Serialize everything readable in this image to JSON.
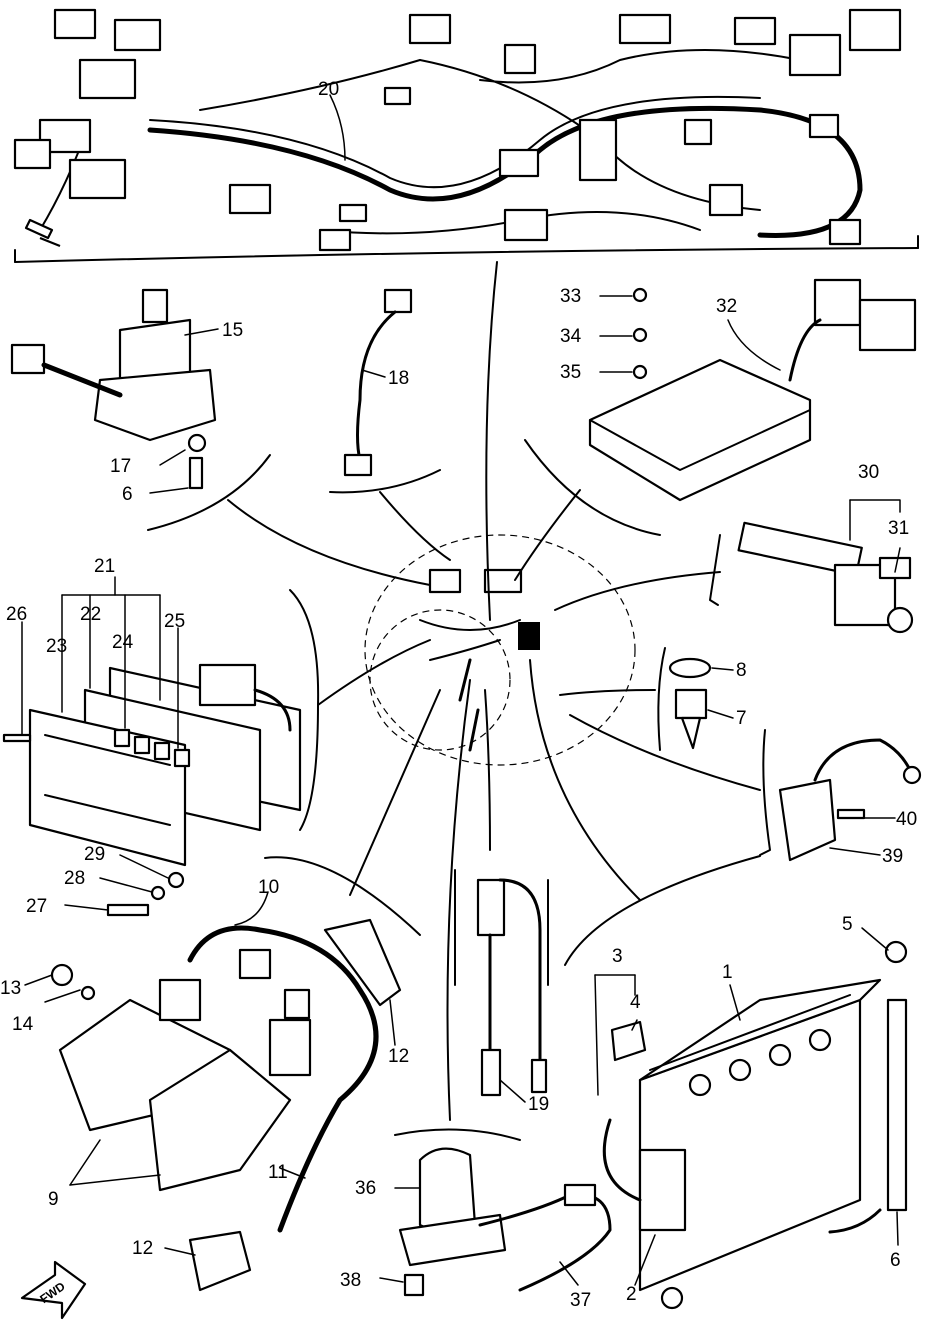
{
  "diagram": {
    "callouts": [
      {
        "id": "c1",
        "text": "1"
      },
      {
        "id": "c2",
        "text": "2"
      },
      {
        "id": "c3",
        "text": "3"
      },
      {
        "id": "c4",
        "text": "4"
      },
      {
        "id": "c5",
        "text": "5"
      },
      {
        "id": "c6a",
        "text": "6"
      },
      {
        "id": "c6b",
        "text": "6"
      },
      {
        "id": "c7",
        "text": "7"
      },
      {
        "id": "c8",
        "text": "8"
      },
      {
        "id": "c9",
        "text": "9"
      },
      {
        "id": "c10",
        "text": "10"
      },
      {
        "id": "c11",
        "text": "11"
      },
      {
        "id": "c12a",
        "text": "12"
      },
      {
        "id": "c12b",
        "text": "12"
      },
      {
        "id": "c13",
        "text": "13"
      },
      {
        "id": "c14",
        "text": "14"
      },
      {
        "id": "c15",
        "text": "15"
      },
      {
        "id": "c17",
        "text": "17"
      },
      {
        "id": "c18",
        "text": "18"
      },
      {
        "id": "c19",
        "text": "19"
      },
      {
        "id": "c20",
        "text": "20"
      },
      {
        "id": "c21",
        "text": "21"
      },
      {
        "id": "c22",
        "text": "22"
      },
      {
        "id": "c23",
        "text": "23"
      },
      {
        "id": "c24",
        "text": "24"
      },
      {
        "id": "c25",
        "text": "25"
      },
      {
        "id": "c26",
        "text": "26"
      },
      {
        "id": "c27",
        "text": "27"
      },
      {
        "id": "c28",
        "text": "28"
      },
      {
        "id": "c29",
        "text": "29"
      },
      {
        "id": "c30",
        "text": "30"
      },
      {
        "id": "c31",
        "text": "31"
      },
      {
        "id": "c32",
        "text": "32"
      },
      {
        "id": "c33",
        "text": "33"
      },
      {
        "id": "c34",
        "text": "34"
      },
      {
        "id": "c35",
        "text": "35"
      },
      {
        "id": "c36",
        "text": "36"
      },
      {
        "id": "c37",
        "text": "37"
      },
      {
        "id": "c38",
        "text": "38"
      },
      {
        "id": "c39",
        "text": "39"
      },
      {
        "id": "c40",
        "text": "40"
      }
    ],
    "fwd_label": "FWD"
  }
}
